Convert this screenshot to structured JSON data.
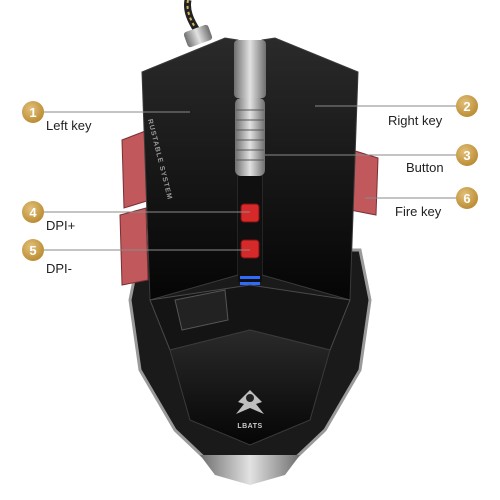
{
  "callouts": [
    {
      "number": "1",
      "label": "Left key"
    },
    {
      "number": "2",
      "label": "Right key"
    },
    {
      "number": "3",
      "label": "Button"
    },
    {
      "number": "4",
      "label": "DPI+"
    },
    {
      "number": "5",
      "label": "DPI-"
    },
    {
      "number": "6",
      "label": "Fire key"
    }
  ],
  "mouse": {
    "brand_text": "LBATS",
    "side_text": "RUSTABLE SYSTEM"
  },
  "colors": {
    "badge": "#c9a04a",
    "leader_line": "#8a8a8a",
    "mouse_body": "#0d0d0d",
    "side_buttons": "#c0585c",
    "dpi_buttons": "#d62a2a",
    "dpi_led": "#2f6bff"
  }
}
